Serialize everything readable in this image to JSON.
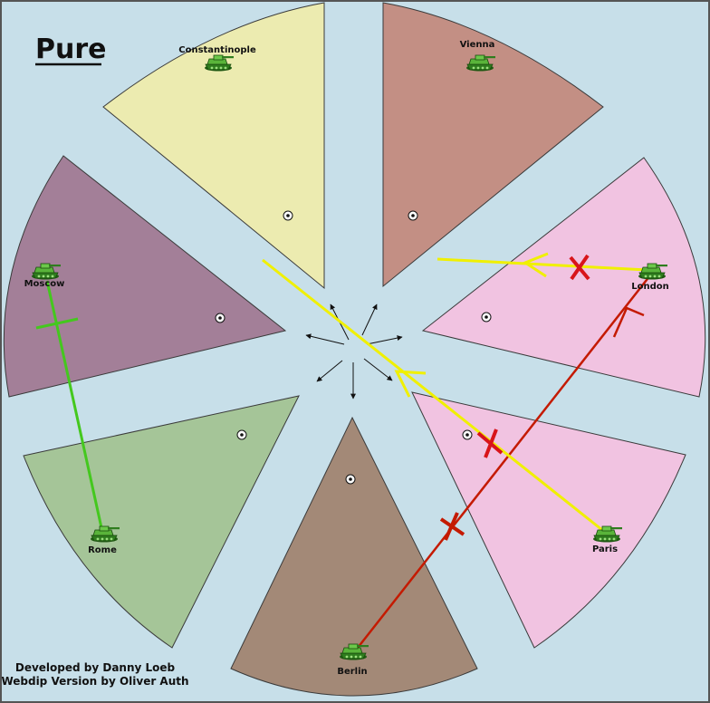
{
  "map": {
    "title": "Pure",
    "credits": [
      "Developed by Danny Loeb",
      "Webdip Version by Oliver Auth"
    ]
  },
  "territories": [
    {
      "name": "Constantinople",
      "color": "#ecebb0"
    },
    {
      "name": "Vienna",
      "color": "#c38f84"
    },
    {
      "name": "London",
      "color": "#f1c3e1"
    },
    {
      "name": "Paris",
      "color": "#f1c3e1"
    },
    {
      "name": "Berlin",
      "color": "#a38977"
    },
    {
      "name": "Rome",
      "color": "#a5c598"
    },
    {
      "name": "Moscow",
      "color": "#a37f98"
    }
  ],
  "units": [
    {
      "type": "army",
      "location": "Constantinople",
      "icon": "tank-icon"
    },
    {
      "type": "army",
      "location": "Vienna",
      "icon": "tank-icon"
    },
    {
      "type": "army",
      "location": "London",
      "icon": "tank-icon"
    },
    {
      "type": "army",
      "location": "Paris",
      "icon": "tank-icon"
    },
    {
      "type": "army",
      "location": "Berlin",
      "icon": "tank-icon"
    },
    {
      "type": "army",
      "location": "Rome",
      "icon": "tank-icon"
    },
    {
      "type": "army",
      "location": "Moscow",
      "icon": "tank-icon"
    }
  ],
  "orders": [
    {
      "unit": "Berlin",
      "type": "move",
      "to": "London",
      "color": "#c41a00",
      "result": "failed"
    },
    {
      "unit": "Paris",
      "type": "move",
      "to": "Constantinople",
      "color": "#f0f000",
      "result": "failed"
    },
    {
      "unit": "London",
      "type": "move",
      "to": "Vienna",
      "color": "#f0f000",
      "result": "failed"
    },
    {
      "unit": "Rome",
      "type": "support-hold",
      "to": "Moscow",
      "color": "#44c81e",
      "result": "cut"
    }
  ],
  "colors": {
    "sea": "#c7dfe9",
    "supply_center": "#111111"
  }
}
